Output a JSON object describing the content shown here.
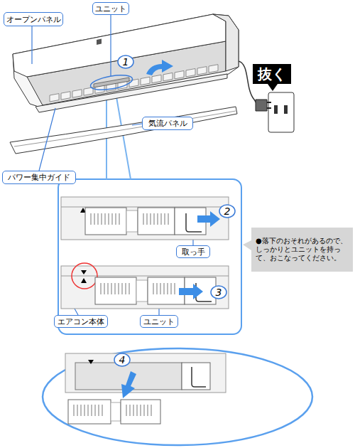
{
  "diagram": {
    "nodes": [
      {
        "text": [
          "オープンパネル"
        ]
      },
      {
        "text": [
          "ユニット"
        ]
      },
      {
        "text": [
          "1"
        ]
      },
      {
        "text": [
          "抜く"
        ]
      },
      {
        "text": [
          "気流パネル"
        ]
      },
      {
        "text": [
          "パワー集中ガイド"
        ]
      },
      {
        "text": [
          "2"
        ]
      },
      {
        "text": [
          "取っ手"
        ]
      },
      {
        "text": [
          "●落下のおそれがあるので、しっかりとユニットを持って、おこなってください。"
        ]
      },
      {
        "text": [
          "3"
        ]
      },
      {
        "text": [
          "エアコン本体"
        ]
      },
      {
        "text": [
          "ユニット"
        ]
      },
      {
        "text": [
          "4"
        ]
      }
    ]
  }
}
